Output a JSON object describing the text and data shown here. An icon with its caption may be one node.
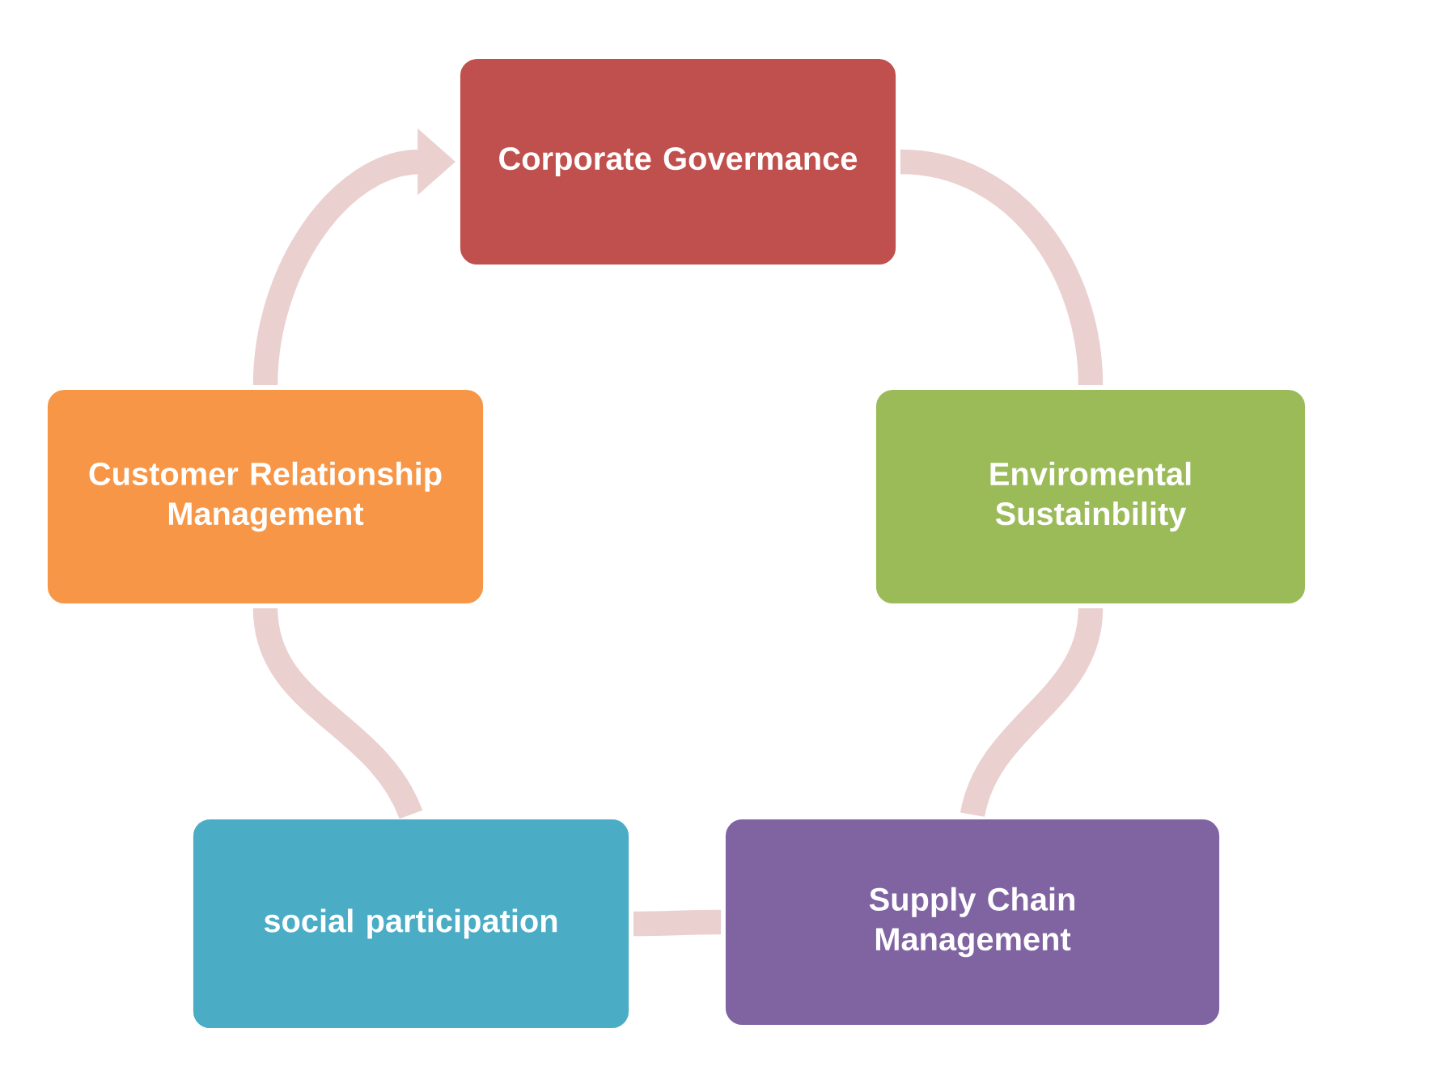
{
  "diagram": {
    "nodes": [
      {
        "text": [
          "Corporate Govermance"
        ]
      },
      {
        "text": [
          "Enviromental Sustainbility"
        ]
      },
      {
        "text": [
          "Supply Chain Management"
        ]
      },
      {
        "text": [
          "social participation"
        ]
      },
      {
        "text": [
          "Customer Relationship Management"
        ]
      }
    ],
    "edges": [
      {
        "from": 0,
        "to": 1,
        "arrow": "none"
      },
      {
        "from": 1,
        "to": 2,
        "arrow": "none"
      },
      {
        "from": 2,
        "to": 3,
        "arrow": "none"
      },
      {
        "from": 3,
        "to": 4,
        "arrow": "none"
      },
      {
        "from": 4,
        "to": 0,
        "arrow": "to"
      }
    ]
  }
}
